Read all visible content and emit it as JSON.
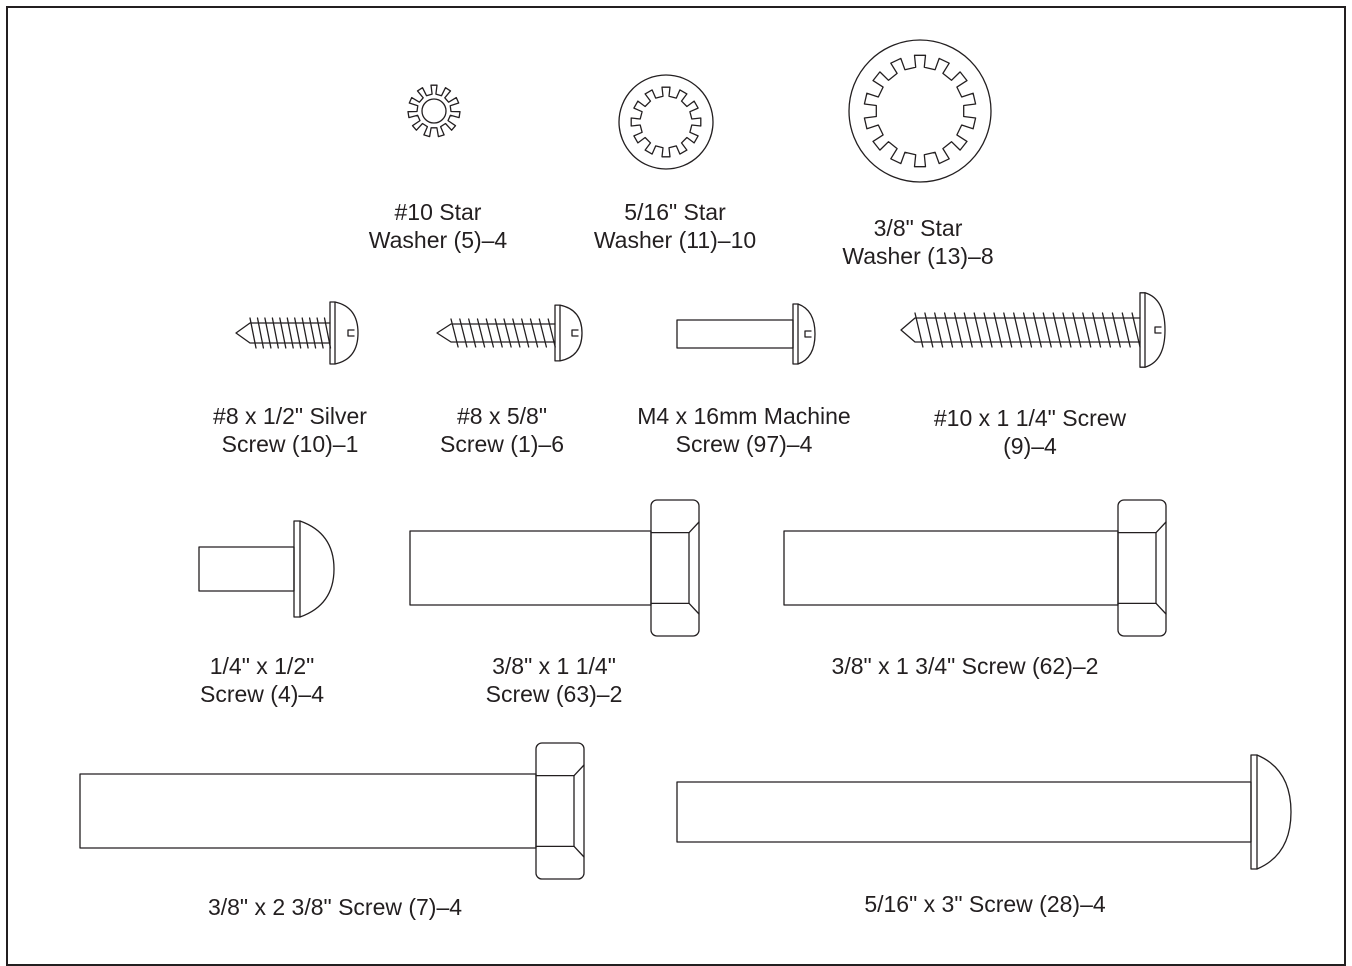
{
  "colors": {
    "ink": "#231f20",
    "paper": "#ffffff"
  },
  "parts": [
    {
      "id": "p1",
      "icon": "star-washer-10",
      "lines": [
        "#10 Star",
        "Washer (5)–4"
      ]
    },
    {
      "id": "p2",
      "icon": "star-washer-5-16",
      "lines": [
        "5/16\" Star",
        "Washer (11)–10"
      ]
    },
    {
      "id": "p3",
      "icon": "star-washer-3-8",
      "lines": [
        "3/8\" Star",
        "Washer (13)–8"
      ]
    },
    {
      "id": "p4",
      "icon": "silver-screw",
      "lines": [
        "#8 x 1/2\" Silver",
        "Screw (10)–1"
      ]
    },
    {
      "id": "p5",
      "icon": "screw-8x5-8",
      "lines": [
        "#8 x 5/8\"",
        "Screw (1)–6"
      ]
    },
    {
      "id": "p6",
      "icon": "machine-screw",
      "lines": [
        "M4 x 16mm Machine",
        "Screw (97)–4"
      ]
    },
    {
      "id": "p7",
      "icon": "screw-10x1-1-4",
      "lines": [
        "#10 x 1 1/4\" Screw",
        "(9)–4"
      ]
    },
    {
      "id": "p8",
      "icon": "screw-1-4x1-2",
      "lines": [
        "1/4\" x 1/2\"",
        "Screw (4)–4"
      ]
    },
    {
      "id": "p9",
      "icon": "bolt-3-8x1-1-4",
      "lines": [
        "3/8\" x 1 1/4\"",
        "Screw (63)–2"
      ]
    },
    {
      "id": "p10",
      "icon": "bolt-3-8x1-3-4",
      "lines": [
        "3/8\" x 1 3/4\" Screw (62)–2"
      ]
    },
    {
      "id": "p11",
      "icon": "bolt-3-8x2-3-8",
      "lines": [
        "3/8\" x 2 3/8\" Screw (7)–4"
      ]
    },
    {
      "id": "p12",
      "icon": "screw-5-16x3",
      "lines": [
        "5/16\" x 3\" Screw (28)–4"
      ]
    }
  ]
}
